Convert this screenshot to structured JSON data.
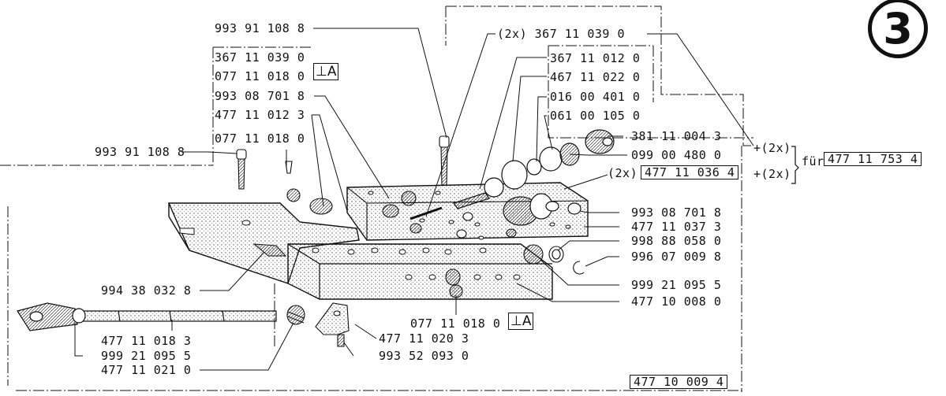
{
  "page_badge": "3",
  "la_symbol": "A",
  "parts": {
    "p_993911088_top": "993 91 108 8",
    "p_367110390_x2": "(2x) 367 11 039 0",
    "p_367110390": "367 11 039 0",
    "p_077110180_a": "077 11 018 0",
    "p_367110120": "367 11 012 0",
    "p_467110220": "467 11 022 0",
    "p_993087018_left": "993 08 701 8",
    "p_016004010": "016 00 401 0",
    "p_477110123": "477 11 012 3",
    "p_061001050": "061 00 105 0",
    "p_077110180_b": "077 11 018 0",
    "p_381110043": "381 11 004 3",
    "p_099004800": "099 00 480 0",
    "p_993911088_left": "993 91 108 8",
    "p_477110364_x2": "(2x)",
    "p_477110364": "477 11 036 4",
    "p_993087018_right": "993 08 701 8",
    "p_477110373": "477 11 037 3",
    "p_998880580": "998 88 058 0",
    "p_996070098": "996 07 009 8",
    "p_999210955_right": "999 21 095 5",
    "p_477100080": "477 10 008 0",
    "p_994380328": "994 38 032 8",
    "p_077110180_c": "077 11 018 0",
    "p_477110183": "477 11 018 3",
    "p_477110203": "477 11 020 3",
    "p_999210955_left": "999 21 095 5",
    "p_993520930": "993 52 093 0",
    "p_477110210": "477 11 021 0",
    "p_477100094": "477 10 009 4"
  },
  "group": {
    "plus_2x_a": "+(2x)",
    "plus_2x_b": "+(2x)",
    "fuer": "für",
    "part": "477 11 753 4"
  }
}
